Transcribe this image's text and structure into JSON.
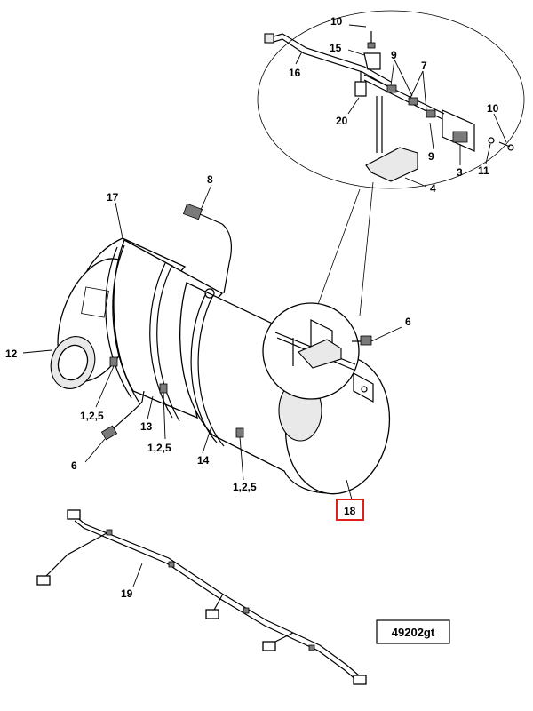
{
  "callouts": {
    "c10_top": "10",
    "c15": "15",
    "c9_top": "9",
    "c7": "7",
    "c16": "16",
    "c20": "20",
    "c10_right": "10",
    "c9_bottom": "9",
    "c3": "3",
    "c11": "11",
    "c4": "4",
    "c8": "8",
    "c17": "17",
    "c6_right": "6",
    "c12": "12",
    "c125_left": "1,2,5",
    "c13": "13",
    "c125_mid": "1,2,5",
    "c14": "14",
    "c6_left": "6",
    "c125_bottom": "1,2,5",
    "c18": "18",
    "c19": "19"
  },
  "figure_ref": "49202gt",
  "highlight_color": "#e0201b"
}
